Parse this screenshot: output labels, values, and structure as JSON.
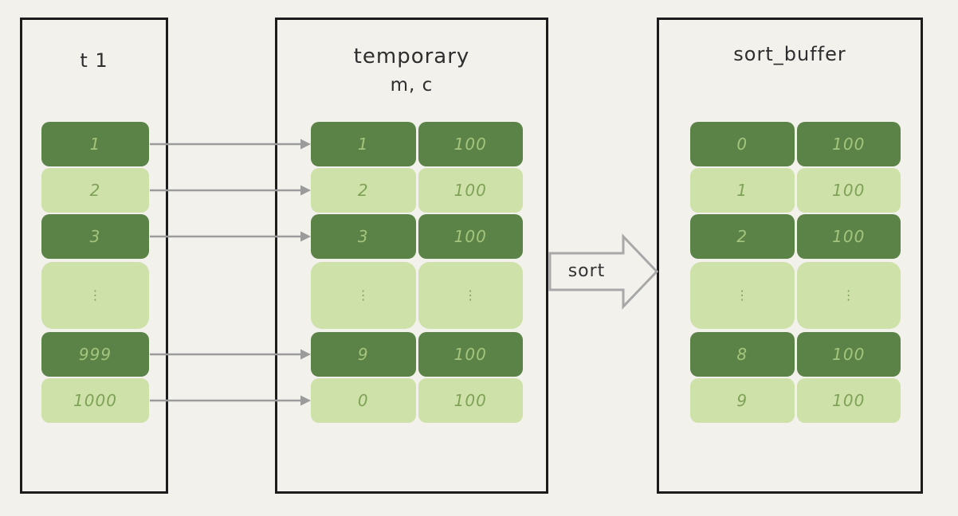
{
  "page": {
    "background": "#f2f1ec"
  },
  "colors": {
    "cell_dark_bg": "#5c8347",
    "cell_dark_text": "#a3c47c",
    "cell_light_bg": "#cde1a8",
    "cell_light_text": "#7fa257",
    "box_border": "#1c1c1c",
    "row_arrow": "#9b9b9b",
    "sort_arrow_outline": "#a8a8a8",
    "sort_arrow_fill": "#f2f1ec",
    "title_text": "#2e2e2e"
  },
  "boxes": [
    {
      "id": "t1",
      "title": "t 1",
      "rows": [
        {
          "variant": "dark",
          "cells": [
            "1"
          ]
        },
        {
          "variant": "light",
          "cells": [
            "2"
          ]
        },
        {
          "variant": "dark",
          "cells": [
            "3"
          ]
        },
        {
          "variant": "ellipsis",
          "cells": [
            "⋮"
          ]
        },
        {
          "variant": "dark",
          "cells": [
            "999"
          ]
        },
        {
          "variant": "light",
          "cells": [
            "1000"
          ]
        }
      ]
    },
    {
      "id": "temporary",
      "title": "temporary",
      "subtitle": "m, c",
      "rows": [
        {
          "variant": "dark",
          "cells": [
            "1",
            "100"
          ]
        },
        {
          "variant": "light",
          "cells": [
            "2",
            "100"
          ]
        },
        {
          "variant": "dark",
          "cells": [
            "3",
            "100"
          ]
        },
        {
          "variant": "ellipsis",
          "cells": [
            "⋮",
            "⋮"
          ]
        },
        {
          "variant": "dark",
          "cells": [
            "9",
            "100"
          ]
        },
        {
          "variant": "light",
          "cells": [
            "0",
            "100"
          ]
        }
      ]
    },
    {
      "id": "sort_buffer",
      "title": "sort_buffer",
      "rows": [
        {
          "variant": "dark",
          "cells": [
            "0",
            "100"
          ]
        },
        {
          "variant": "light",
          "cells": [
            "1",
            "100"
          ]
        },
        {
          "variant": "dark",
          "cells": [
            "2",
            "100"
          ]
        },
        {
          "variant": "ellipsis",
          "cells": [
            "⋮",
            "⋮"
          ]
        },
        {
          "variant": "dark",
          "cells": [
            "8",
            "100"
          ]
        },
        {
          "variant": "light",
          "cells": [
            "9",
            "100"
          ]
        }
      ]
    }
  ],
  "row_links": [
    0,
    1,
    2,
    4,
    5
  ],
  "sort_arrow": {
    "label": "sort"
  }
}
